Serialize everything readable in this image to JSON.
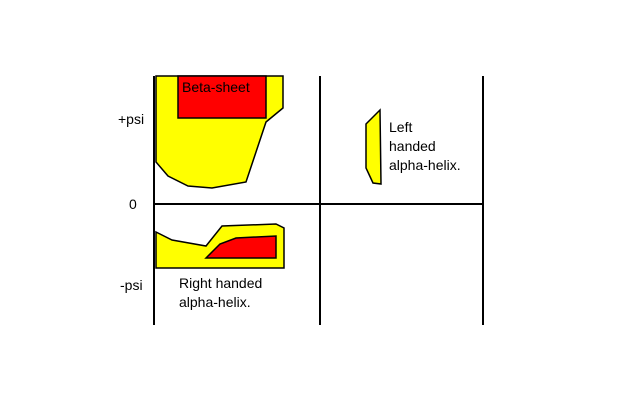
{
  "axis": {
    "plus_psi": "+psi",
    "zero": "0",
    "minus_psi": "-psi"
  },
  "regions": {
    "beta_sheet": "Beta-sheet",
    "left_helix_line1": "Left",
    "left_helix_line2": "handed",
    "left_helix_line3": "alpha-helix.",
    "right_helix_line1": "Right handed",
    "right_helix_line2": "alpha-helix."
  },
  "colors": {
    "allowed": "#ffff00",
    "favored": "#ff0000",
    "line": "#000000",
    "background": "#ffffff"
  }
}
